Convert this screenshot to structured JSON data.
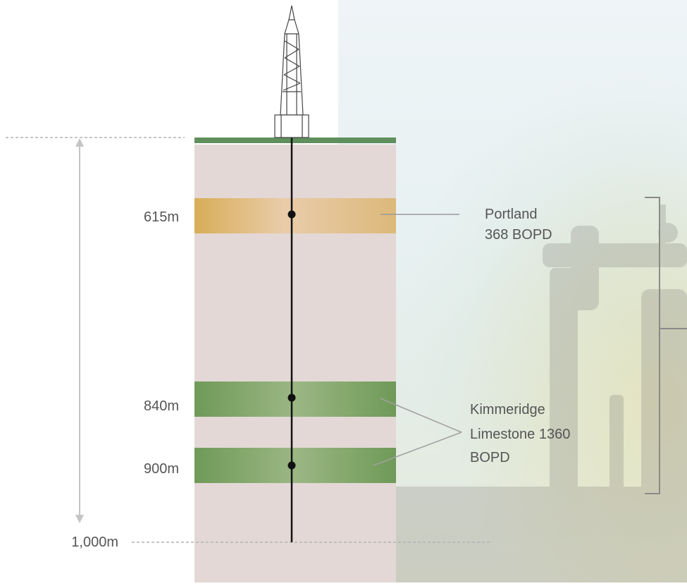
{
  "depth_markers": {
    "portland_depth": "615m",
    "kimmeridge_upper_depth": "840m",
    "kimmeridge_lower_depth": "900m",
    "total_depth": "1,000m"
  },
  "zones": [
    {
      "name_line1": "Portland",
      "name_line2": "368 BOPD"
    },
    {
      "name_line1": "Kimmeridge",
      "name_line2": "Limestone 1360",
      "name_line3": "BOPD"
    }
  ],
  "colors": {
    "rock": "#e3d8d6",
    "surface": "#5f8f5c",
    "portland_band": "#d9b160",
    "kimmeridge_band": "#7aa261",
    "text": "#555555",
    "guide": "#b3b3b3",
    "wellbore": "#111111"
  },
  "icons": {
    "drilling_rig": "derrick-icon",
    "background": "pumpjack-photo"
  }
}
